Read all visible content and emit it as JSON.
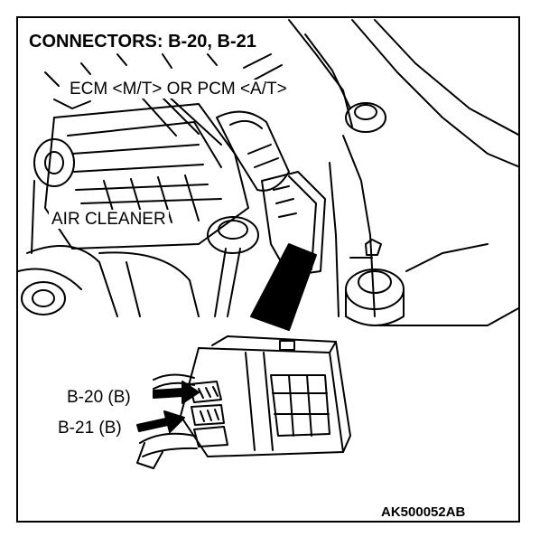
{
  "figure": {
    "title": "CONNECTORS: B-20, B-21",
    "code": "AK500052AB"
  },
  "callouts": {
    "ecm": "ECM <M/T> OR PCM <A/T>",
    "air_cleaner": "AIR CLEANER",
    "b20": "B-20 (B)",
    "b21": "B-21 (B)"
  },
  "colors": {
    "line": "#000000",
    "background": "#ffffff"
  }
}
